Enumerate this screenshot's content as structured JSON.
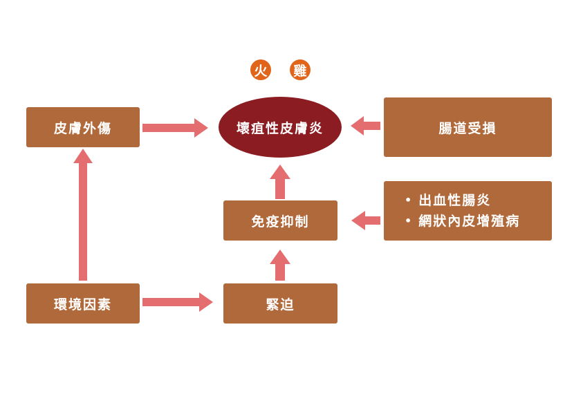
{
  "title_chars": [
    "火",
    "雞"
  ],
  "nodes": {
    "center": "壞疽性皮膚炎",
    "skin_trauma": "皮膚外傷",
    "intestinal_damage": "腸道受損",
    "immune_suppression": "免疫抑制",
    "environment": "環境因素",
    "stress": "緊迫"
  },
  "diseases": [
    "出血性腸炎",
    "網狀內皮增殖病"
  ],
  "colors": {
    "box": "#b0693a",
    "center": "#8b1c22",
    "arrow": "#e36d6f",
    "badge": "#e0651a"
  }
}
